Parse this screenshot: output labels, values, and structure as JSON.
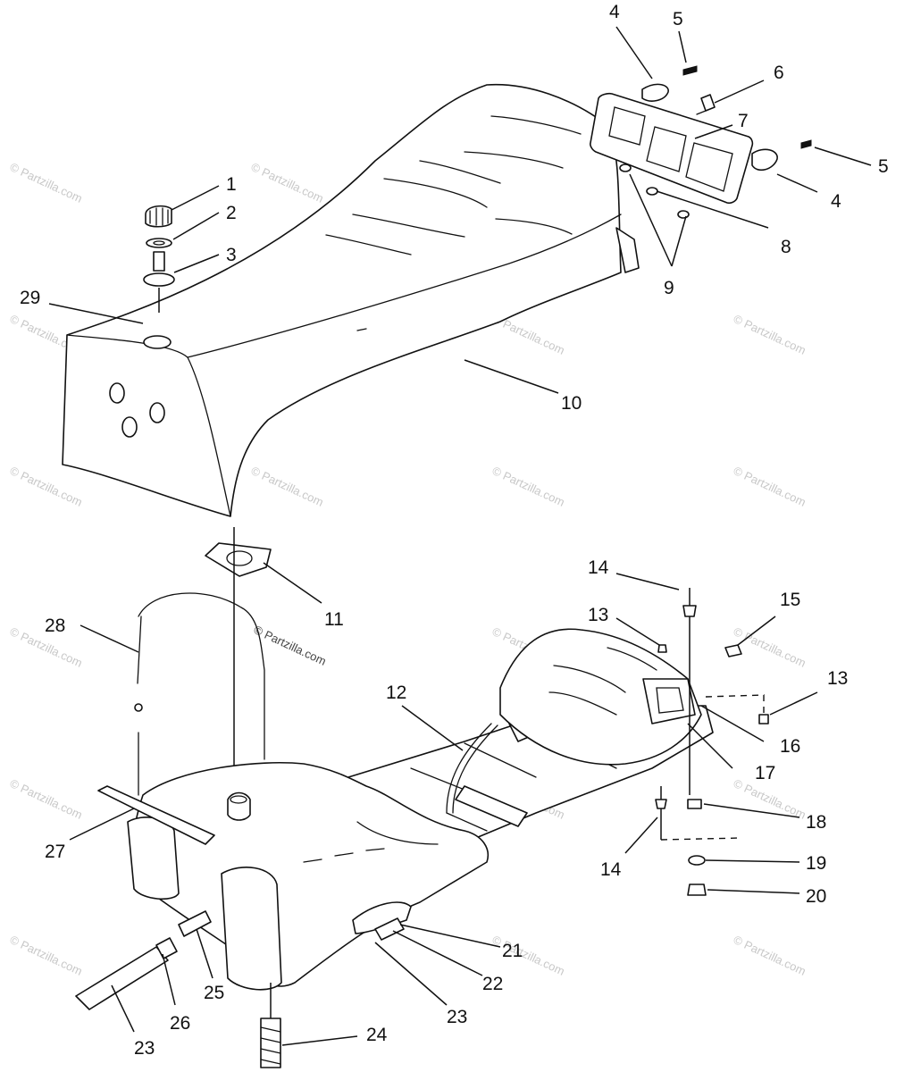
{
  "watermark": {
    "text": "© Partzilla.com"
  },
  "callouts": {
    "c1": "1",
    "c2": "2",
    "c3": "3",
    "c4a": "4",
    "c4b": "4",
    "c5a": "5",
    "c5b": "5",
    "c6": "6",
    "c7": "7",
    "c8": "8",
    "c9": "9",
    "c10": "10",
    "c11": "11",
    "c12": "12",
    "c13a": "13",
    "c13b": "13",
    "c14a": "14",
    "c14b": "14",
    "c15": "15",
    "c16": "16",
    "c17": "17",
    "c18": "18",
    "c19": "19",
    "c20": "20",
    "c21": "21",
    "c22": "22",
    "c23a": "23",
    "c23b": "23",
    "c24": "24",
    "c25": "25",
    "c26": "26",
    "c27": "27",
    "c28": "28",
    "c29": "29"
  }
}
